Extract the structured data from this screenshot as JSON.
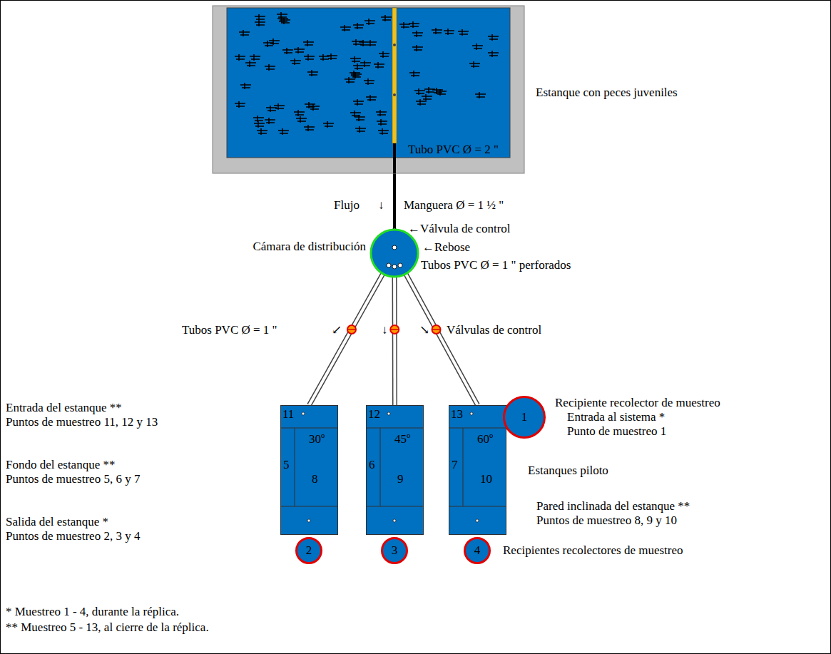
{
  "diagram": {
    "nodes": [
      {
        "text": [
          "Estanque con peces juveniles",
          "Tubo PVC Ø = 2 \""
        ]
      },
      {
        "text": [
          "Cámara de distribución"
        ]
      },
      {
        "text": [
          "11",
          "30º",
          "5",
          "8"
        ]
      },
      {
        "text": [
          "12",
          "45º",
          "6",
          "9"
        ]
      },
      {
        "text": [
          "13",
          "60º",
          "7",
          "10"
        ]
      },
      {
        "text": [
          "1"
        ]
      },
      {
        "text": [
          "2"
        ]
      },
      {
        "text": [
          "3"
        ]
      },
      {
        "text": [
          "4"
        ]
      }
    ],
    "edges": [
      {
        "from": 0,
        "to": 1,
        "arrow": "none"
      },
      {
        "from": 1,
        "to": 2,
        "arrow": "none"
      },
      {
        "from": 1,
        "to": 3,
        "arrow": "none"
      },
      {
        "from": 1,
        "to": 4,
        "arrow": "none"
      }
    ],
    "labels": [
      "Flujo",
      "↓",
      "Manguera Ø = 1 ½ \"",
      "←Válvula de control",
      "←Rebose",
      "Tubos PVC Ø = 1 \" perforados",
      "Tubos PVC Ø = 1 \"",
      "↙",
      "↓",
      "↘",
      "Válvulas de control",
      "Entrada del estanque **",
      "Puntos de muestreo 11, 12 y 13",
      "Fondo del estanque **",
      "Puntos de muestreo 5, 6 y 7",
      "Salida del estanque *",
      "Puntos de muestreo 2, 3 y 4",
      "Recipiente recolector de muestreo",
      "Entrada al sistema *",
      "Punto de muestreo 1",
      "Estanques piloto",
      "Pared inclinada del estanque **",
      "Puntos de muestreo 8, 9 y 10",
      "Recipientes recolectores de muestreo",
      "* Muestreo 1 - 4, durante la réplica.",
      "** Muestreo 5 - 13, al cierre de la réplica."
    ]
  }
}
